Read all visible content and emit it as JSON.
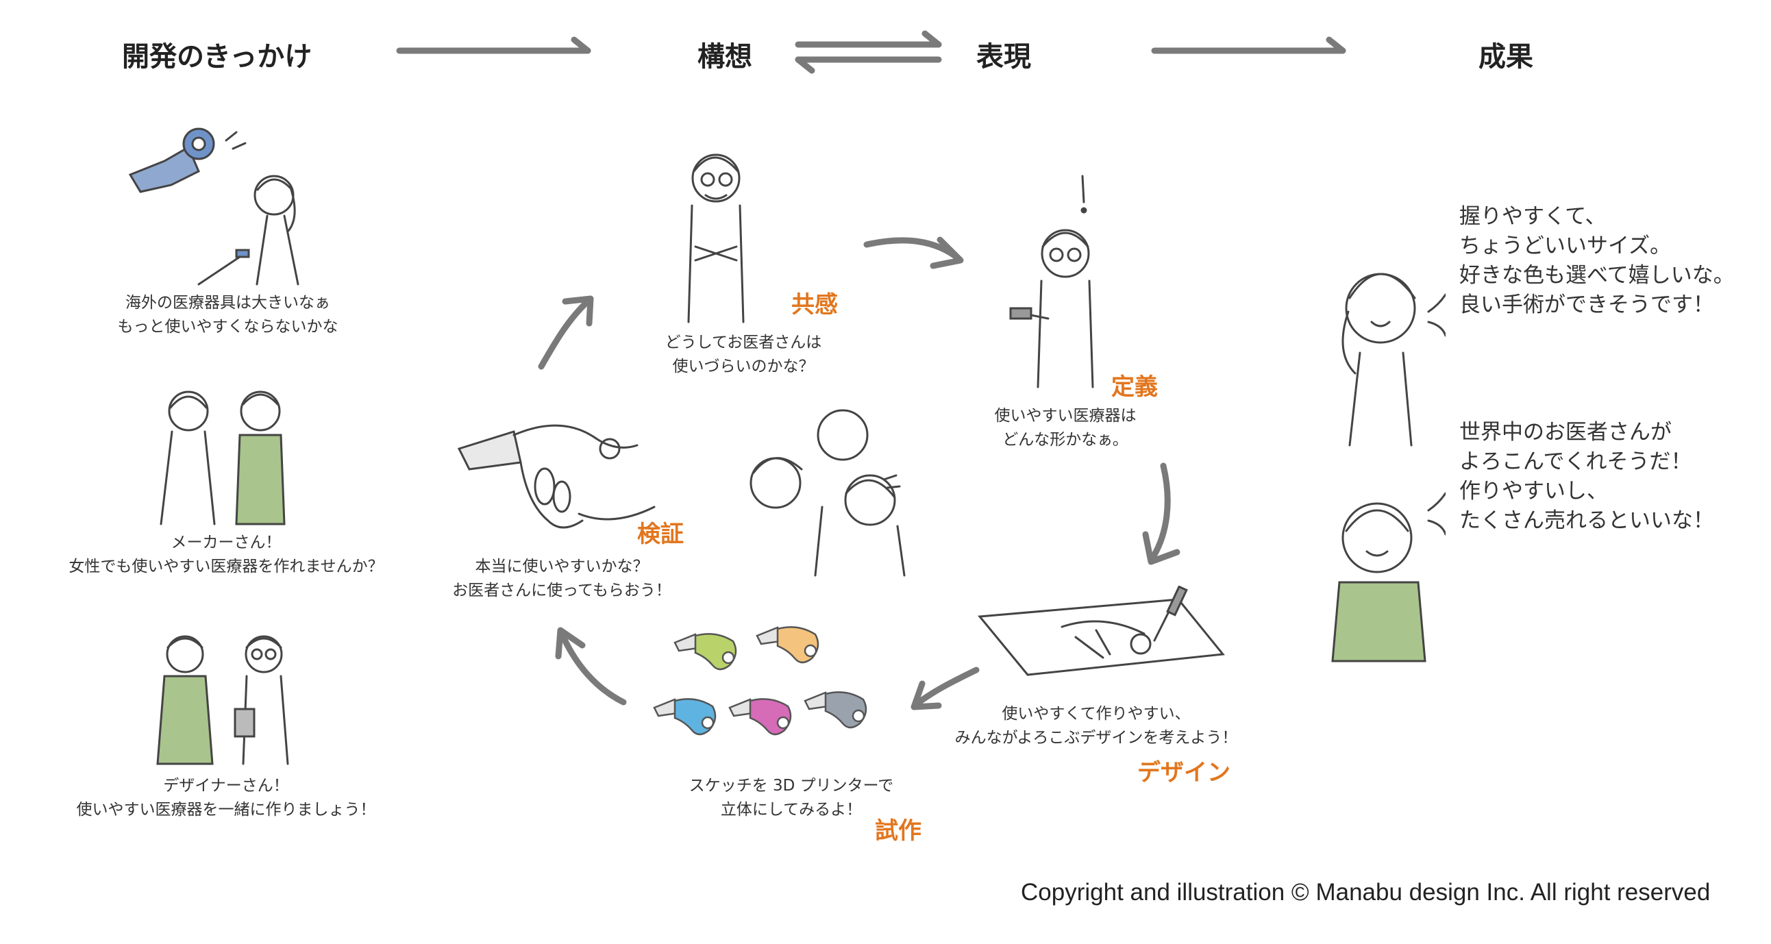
{
  "headers": {
    "origin": "開発のきっかけ",
    "concept": "構想",
    "expression": "表現",
    "result": "成果"
  },
  "left_scenes": [
    {
      "caption_line1": "海外の医療器具は大きいなぁ",
      "caption_line2": "もっと使いやすくならないかな"
    },
    {
      "caption_line1": "メーカーさん！",
      "caption_line2": "女性でも使いやすい医療器を作れませんか？"
    },
    {
      "caption_line1": "デザイナーさん！",
      "caption_line2": "使いやすい医療器を一緒に作りましょう！"
    }
  ],
  "cycle": {
    "empathy": {
      "tag": "共感",
      "line1": "どうしてお医者さんは",
      "line2": "使いづらいのかな？"
    },
    "definition": {
      "tag": "定義",
      "line1": "使いやすい医療器は",
      "line2": "どんな形かなぁ。"
    },
    "design": {
      "tag": "デザイン",
      "line1": "使いやすくて作りやすい、",
      "line2": "みんながよろこぶデザインを考えよう！"
    },
    "prototype": {
      "tag": "試作",
      "line1": "スケッチを 3D プリンターで",
      "line2": "立体にしてみるよ！"
    },
    "verify": {
      "tag": "検証",
      "line1": "本当に使いやすいかな？",
      "line2": "お医者さんに使ってもらおう！"
    }
  },
  "results": {
    "doctor": {
      "lines": [
        "握りやすくて、",
        "ちょうどいいサイズ。",
        "好きな色も選べて嬉しいな。",
        "良い手術ができそうです！"
      ]
    },
    "maker": {
      "lines": [
        "世界中のお医者さんが",
        "よろこんでくれそうだ！",
        "作りやすいし、",
        "たくさん売れるといいな！"
      ]
    }
  },
  "prototype_colors": [
    "#b9d36a",
    "#f4c37d",
    "#5fb3e0",
    "#d66bb8",
    "#9aa3ad"
  ],
  "accent_color": "#e2761e",
  "copyright": "Copyright and illustration © Manabu design Inc. All right reserved"
}
